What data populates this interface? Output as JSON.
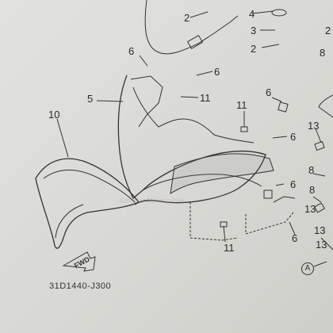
{
  "diagram": {
    "part_numbers": [
      "2",
      "4",
      "3",
      "2",
      "2",
      "6",
      "6",
      "5",
      "11",
      "11",
      "6",
      "10",
      "6",
      "13",
      "8",
      "8",
      "13",
      "6",
      "6",
      "11",
      "8",
      "13",
      "13"
    ],
    "fwd_label": "FWD",
    "diagram_code": "31D1440-J300",
    "ref_marker": "A",
    "watermark": "Yamaha Motorcycles"
  }
}
